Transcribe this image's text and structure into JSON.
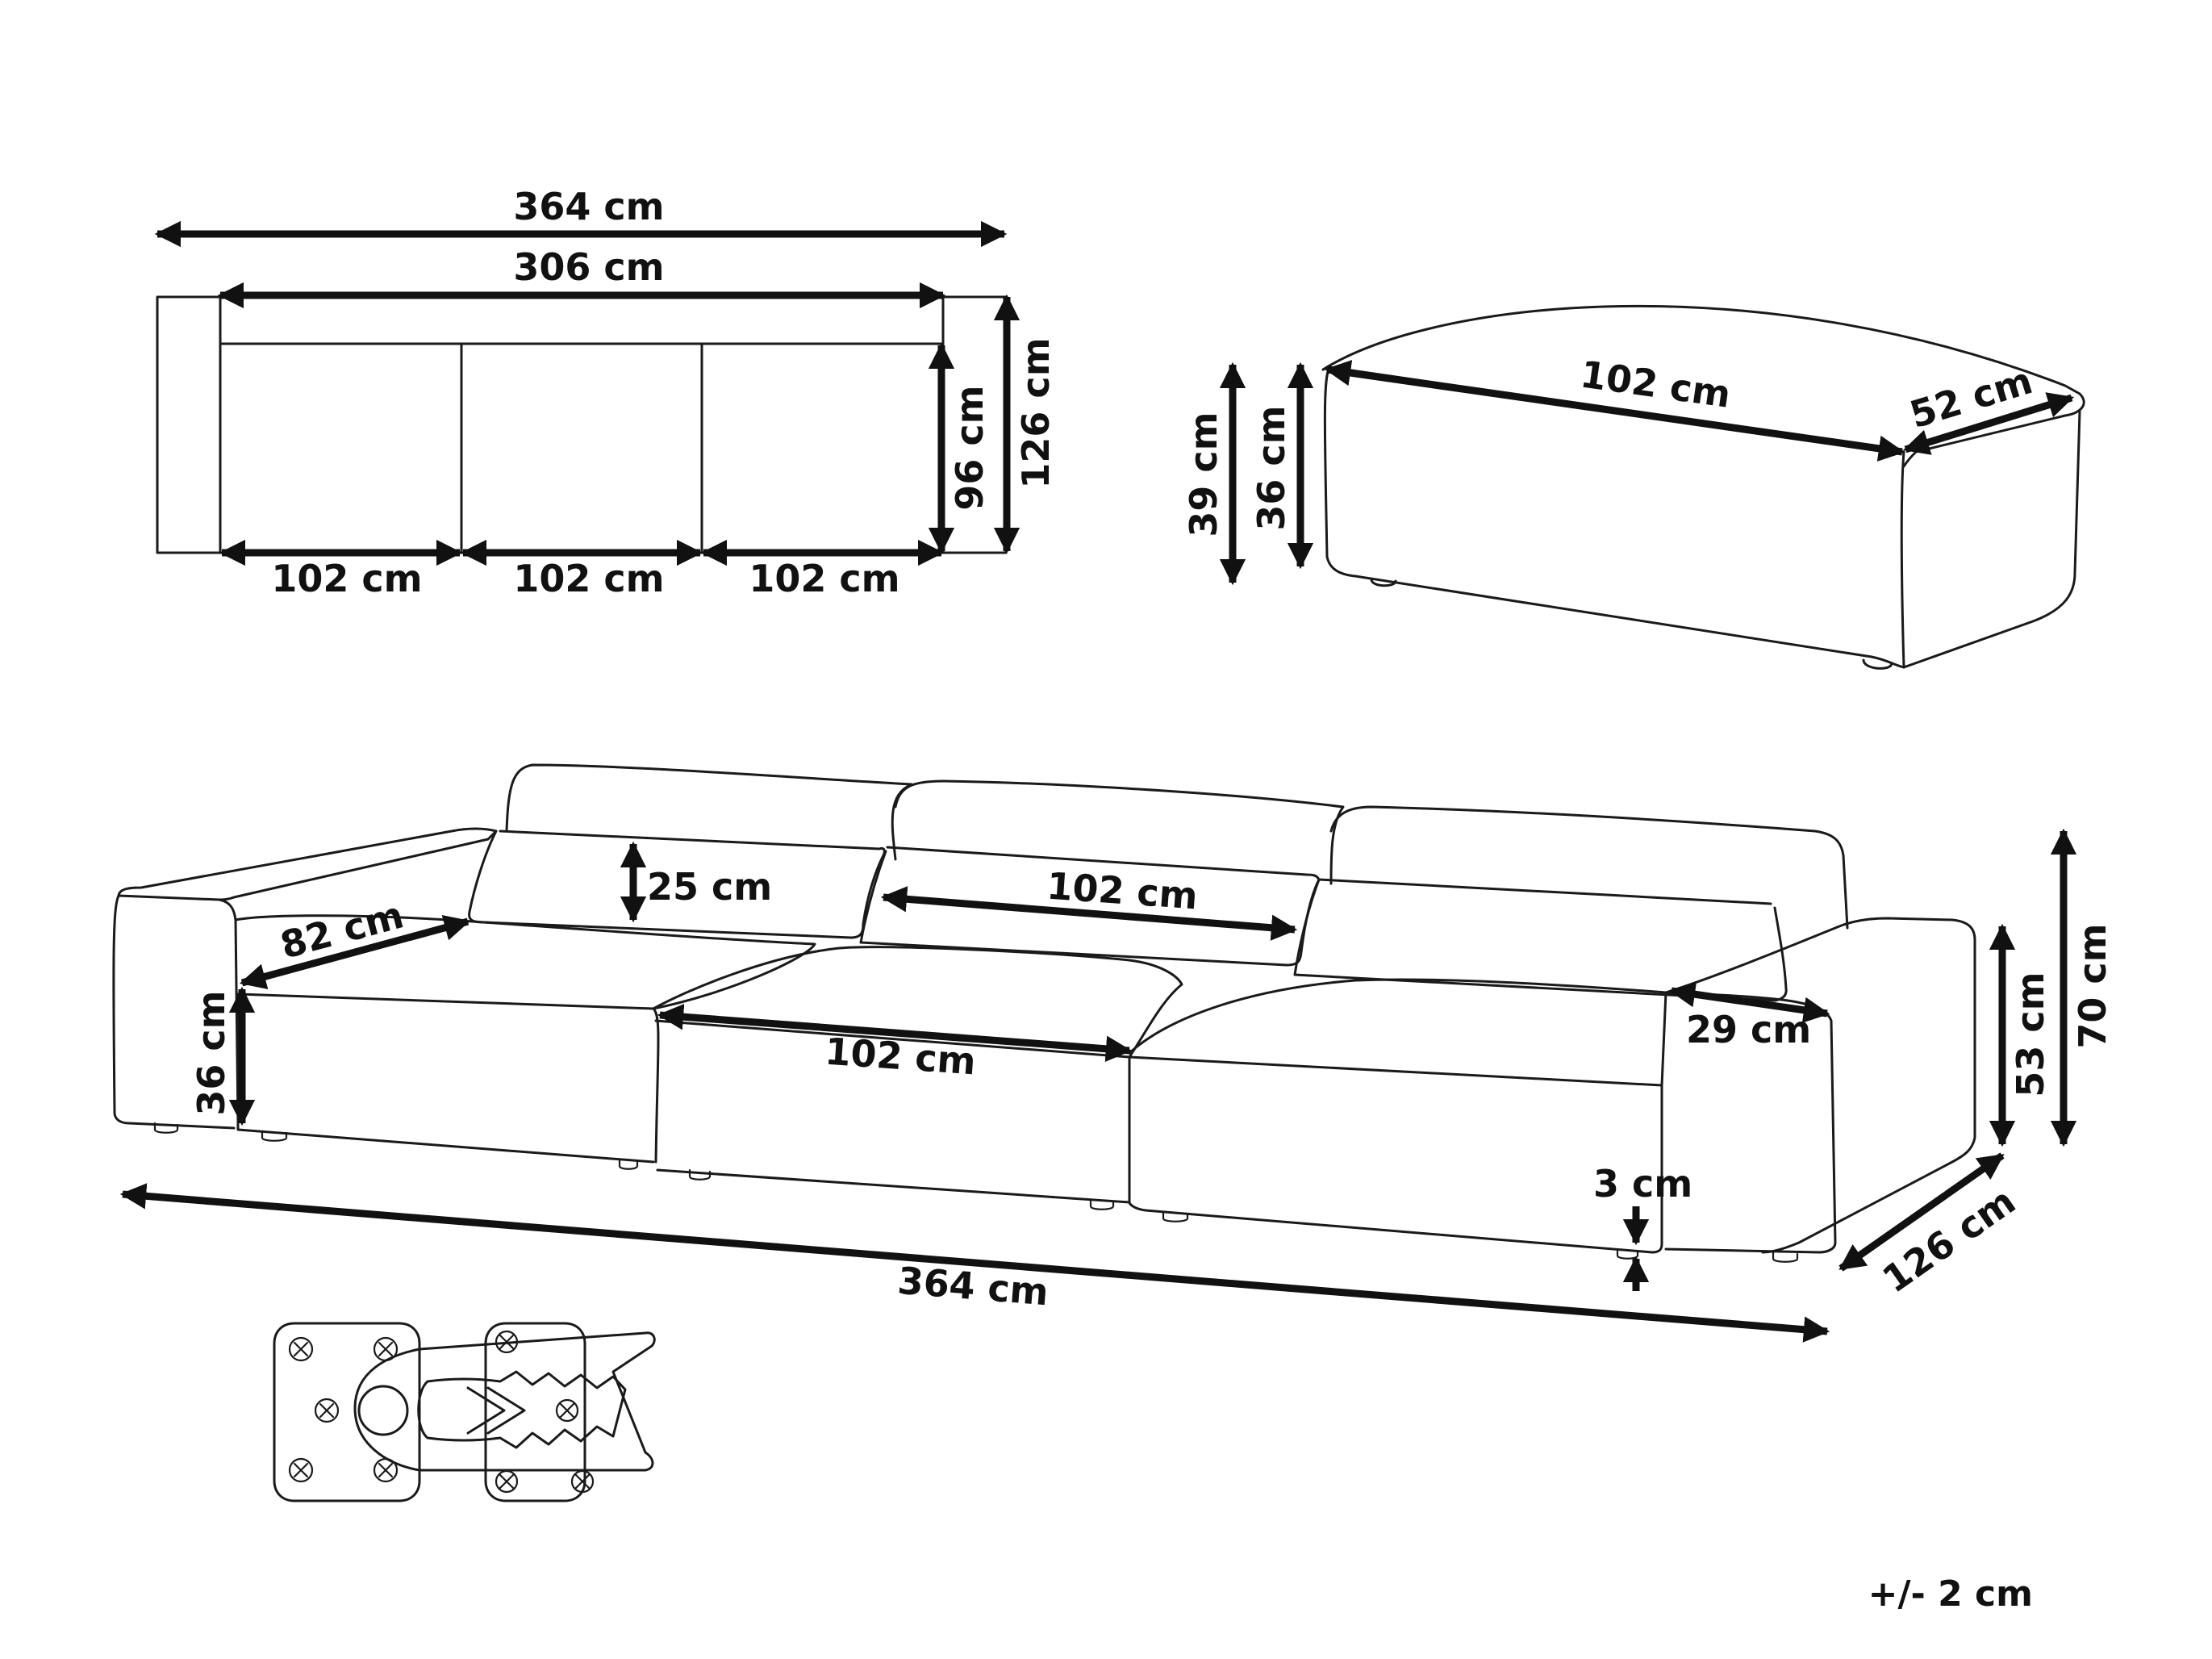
{
  "top_view": {
    "overall_width": "364 cm",
    "inner_width": "306 cm",
    "seat_depth": "96 cm",
    "overall_depth": "126 cm",
    "module_widths": [
      "102 cm",
      "102 cm",
      "102 cm"
    ]
  },
  "ottoman": {
    "length": "102 cm",
    "depth": "52 cm",
    "overall_height": "39 cm",
    "seat_height": "36 cm"
  },
  "sofa_3d": {
    "backrest_height": "25 cm",
    "backrest_width": "102 cm",
    "seat_depth": "82 cm",
    "seat_height": "36 cm",
    "seat_width": "102 cm",
    "armrest_width": "29 cm",
    "arm_height": "53 cm",
    "overall_height": "70 cm",
    "foot_height": "3 cm",
    "overall_width": "364 cm",
    "overall_depth": "126 cm"
  },
  "tolerance": "+/- 2 cm"
}
